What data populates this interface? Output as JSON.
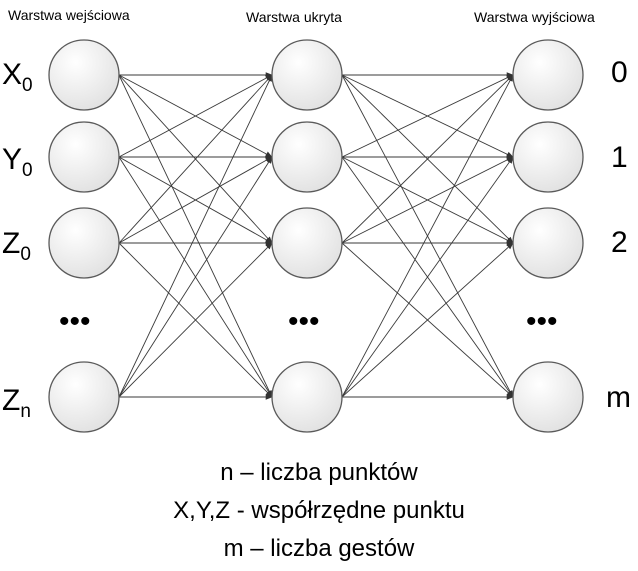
{
  "layers": [
    {
      "title": "Warstwa wejściowa",
      "labels": [
        {
          "main": "X",
          "sub": "0"
        },
        {
          "main": "Y",
          "sub": "0"
        },
        {
          "main": "Z",
          "sub": "0"
        },
        {
          "main": "Z",
          "sub": "n"
        }
      ]
    },
    {
      "title": "Warstwa ukryta",
      "labels": []
    },
    {
      "title": "Warstwa wyjściowa",
      "labels": [
        {
          "main": "0",
          "sub": ""
        },
        {
          "main": "1",
          "sub": ""
        },
        {
          "main": "2",
          "sub": ""
        },
        {
          "main": "m",
          "sub": ""
        }
      ]
    }
  ],
  "ellipsis": "•••",
  "legend": [
    "n – liczba punktów",
    "X,Y,Z - współrzędne punktu",
    "m – liczba gestów"
  ],
  "colors": {
    "node_fill_light": "#ffffff",
    "node_fill_dark": "#e2e2e2",
    "node_stroke": "#5a5a5a",
    "edge": "#3a3a3a"
  }
}
